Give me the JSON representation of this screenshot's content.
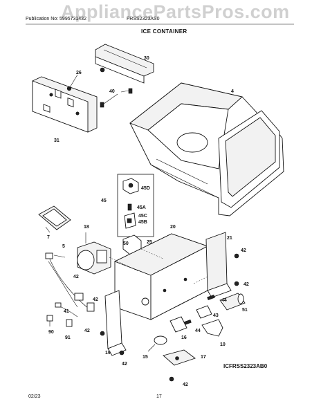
{
  "watermark": "AppliancePartsPros.com",
  "header": {
    "publication": "Publication No: 5995731432",
    "model": "FRSS2323AS0",
    "section_title": "ICE CONTAINER"
  },
  "callouts": {
    "c30": "30",
    "c26": "26",
    "c40": "40",
    "c4": "4",
    "c31": "31",
    "c45d": "45D",
    "c45": "45",
    "c45a": "45A",
    "c45c": "45C",
    "c45b": "45B",
    "c7": "7",
    "c18": "18",
    "c5": "5",
    "c50": "50",
    "c25": "25",
    "c20": "20",
    "c21": "21",
    "c42a": "42",
    "c42b": "42",
    "c42c": "42",
    "c42d": "42",
    "c42e": "42",
    "c42f": "42",
    "c42g": "42",
    "c44a": "44",
    "c44b": "44",
    "c51": "51",
    "c43": "43",
    "c41": "41",
    "c90": "90",
    "c91": "91",
    "c16": "16",
    "c10": "10",
    "c15": "15",
    "c17": "17",
    "c19": "19"
  },
  "diagram_code": "ICFRSS2323AB0",
  "footer": {
    "date": "02/23",
    "page": "17"
  }
}
